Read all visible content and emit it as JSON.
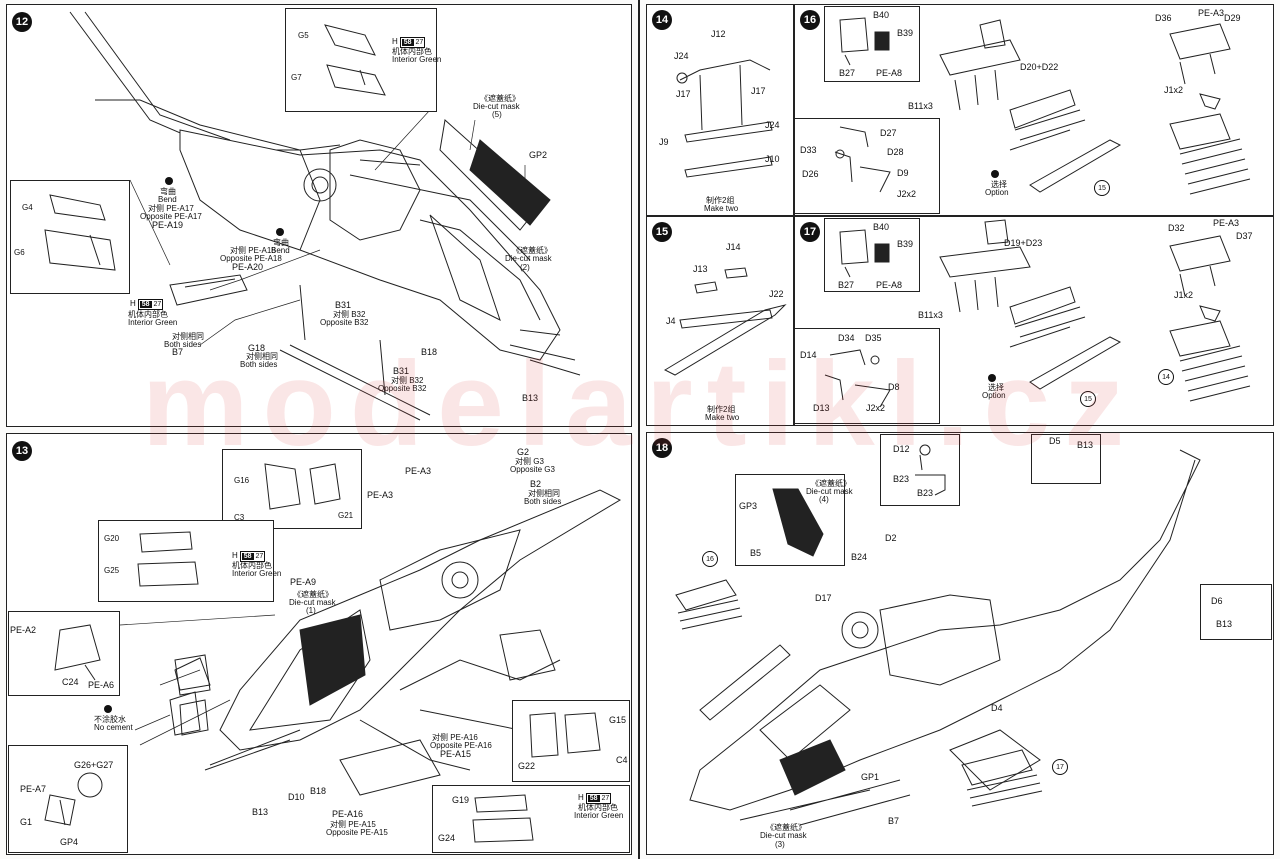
{
  "watermark": "modelartikl.cz",
  "steps": {
    "s12": "12",
    "s13": "13",
    "s14": "14",
    "s15": "15",
    "s16": "16",
    "s17": "17",
    "s18": "18"
  },
  "colors": {
    "ink": "#111111",
    "watermark": "#dc3c3c"
  },
  "p12": {
    "g5": "G5",
    "g7": "G7",
    "g4": "G4",
    "g6": "G6",
    "h58": "58",
    "h27": "27",
    "interior1": "Interior Green",
    "interior1_cn": "机体内部色",
    "interior2": "Interior Green",
    "interior2_cn": "机体内部色",
    "h58b": "58",
    "h27b": "27",
    "hprefix": "H",
    "hprefix2": "H",
    "mask5_cn": "《遮蓋纸》",
    "mask5": "Die-cut mask",
    "mask5_num": "(5)",
    "gp2": "GP2",
    "mask2_cn": "《遮蓋纸》",
    "mask2": "Die-cut mask",
    "mask2_num": "(2)",
    "bend1_cn": "弯曲",
    "bend1": "Bend",
    "opp17_cn": "对侧 PE-A17",
    "opp17": "Opposite PE-A17",
    "pea19": "PE-A19",
    "opp18_cn": "对侧 PE-A18",
    "opp18": "Opposite PE-A18",
    "pea20": "PE-A20",
    "bend2_cn": "弯曲",
    "bend2": "Bend",
    "both_cn": "对侧相同",
    "both": "Both sides",
    "b7": "B7",
    "g18": "G18",
    "g18both_cn": "对侧相同",
    "g18both": "Both sides",
    "b31a": "B31",
    "b32a_cn": "对侧 B32",
    "b32a": "Opposite B32",
    "b31b": "B31",
    "b32b_cn": "对侧 B32",
    "b32b": "Opposite B32",
    "b18": "B18",
    "b13": "B13"
  },
  "p13": {
    "g16": "G16",
    "c3": "C3",
    "g21": "G21",
    "g20": "G20",
    "g25": "G25",
    "hprefix": "H",
    "h58": "58",
    "h27": "27",
    "interior_cn": "机体内部色",
    "interior": "Interior Green",
    "pea3a": "PE-A3",
    "pea3b": "PE-A3",
    "g2": "G2",
    "g3_cn": "对侧 G3",
    "g3": "Opposite G3",
    "b2": "B2",
    "b2both_cn": "对侧相同",
    "b2both": "Both sides",
    "pea9": "PE-A9",
    "mask1_cn": "《遮蓋纸》",
    "mask1": "Die-cut mask",
    "mask1_num": "(1)",
    "pea2": "PE-A2",
    "c24": "C24",
    "pea6": "PE-A6",
    "nocement_cn": "不涂胶水",
    "nocement": "No cement",
    "g26": "G26+G27",
    "pea7": "PE-A7",
    "g1": "G1",
    "gp4": "GP4",
    "b13": "B13",
    "d10": "D10",
    "b18": "B18",
    "opp16_cn": "对侧 PE-A16",
    "opp16": "Opposite PE-A16",
    "pea15": "PE-A15",
    "pea16": "PE-A16",
    "opp15_cn": "对侧 PE-A15",
    "opp15": "Opposite PE-A15",
    "g15": "G15",
    "g22": "G22",
    "c4": "C4",
    "g19": "G19",
    "g24": "G24",
    "hprefix2": "H",
    "h58b": "58",
    "h27b": "27",
    "interior2_cn": "机体内部色",
    "interior2": "Interior Green"
  },
  "p14": {
    "j12": "J12",
    "j24a": "J24",
    "j17a": "J17",
    "j17b": "J17",
    "j9": "J9",
    "j24b": "J24",
    "j10": "J10",
    "maketwo_cn": "制作2组",
    "maketwo": "Make two"
  },
  "p15": {
    "j14": "J14",
    "j13": "J13",
    "j22": "J22",
    "j4": "J4",
    "maketwo_cn": "制作2组",
    "maketwo": "Make two"
  },
  "p16": {
    "b40": "B40",
    "b39": "B39",
    "b27": "B27",
    "pea8": "PE-A8",
    "d20": "D20+D22",
    "b11": "B11x3",
    "d27": "D27",
    "d33": "D33",
    "d28": "D28",
    "d26": "D26",
    "d9": "D9",
    "j2": "J2x2",
    "option_cn": "选择",
    "option": "Option",
    "opt_num": "15",
    "d36": "D36",
    "pea3": "PE-A3",
    "d29": "D29",
    "j1": "J1x2"
  },
  "p17": {
    "b40": "B40",
    "b39": "B39",
    "b27": "B27",
    "pea8": "PE-A8",
    "d19": "D19+D23",
    "b11": "B11x3",
    "d34": "D34",
    "d35": "D35",
    "d14": "D14",
    "d8": "D8",
    "d13": "D13",
    "j2": "J2x2",
    "option_cn": "选择",
    "option": "Option",
    "opt_num": "15",
    "d32": "D32",
    "pea3": "PE-A3",
    "d37": "D37",
    "j1": "J1x2",
    "ref14": "14"
  },
  "p18": {
    "d12": "D12",
    "b23a": "B23",
    "b23b": "B23",
    "d5": "D5",
    "b13a": "B13",
    "gp3": "GP3",
    "mask4_cn": "《遮蓋纸》",
    "mask4": "Die-cut mask",
    "mask4_num": "(4)",
    "b5": "B5",
    "ref16": "16",
    "b24": "B24",
    "d2": "D2",
    "d17": "D17",
    "d6": "D6",
    "b13b": "B13",
    "d4": "D4",
    "gp1": "GP1",
    "ref17": "17",
    "mask3_cn": "《遮蓋纸》",
    "mask3": "Die-cut mask",
    "mask3_num": "(3)",
    "b7": "B7"
  }
}
